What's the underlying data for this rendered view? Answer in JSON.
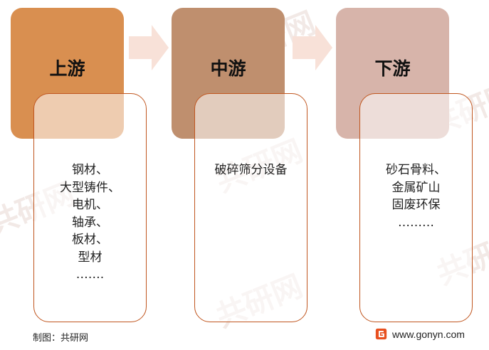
{
  "stages": [
    {
      "title": "上游",
      "head_color": "#d98f50",
      "items": [
        "钢材、",
        "大型铸件、",
        "电机、",
        "轴承、",
        "板材、",
        "型材",
        "……."
      ]
    },
    {
      "title": "中游",
      "head_color": "#bf8f6e",
      "items": [
        "破碎筛分设备"
      ]
    },
    {
      "title": "下游",
      "head_color": "#d7b4aa",
      "items": [
        "砂石骨料、",
        "金属矿山",
        "固废环保",
        "………"
      ]
    }
  ],
  "arrow_color": "#f8e1d8",
  "footer": {
    "credit": "制图：共研网",
    "site": "www.gonyn.com"
  },
  "watermark": "共研网"
}
